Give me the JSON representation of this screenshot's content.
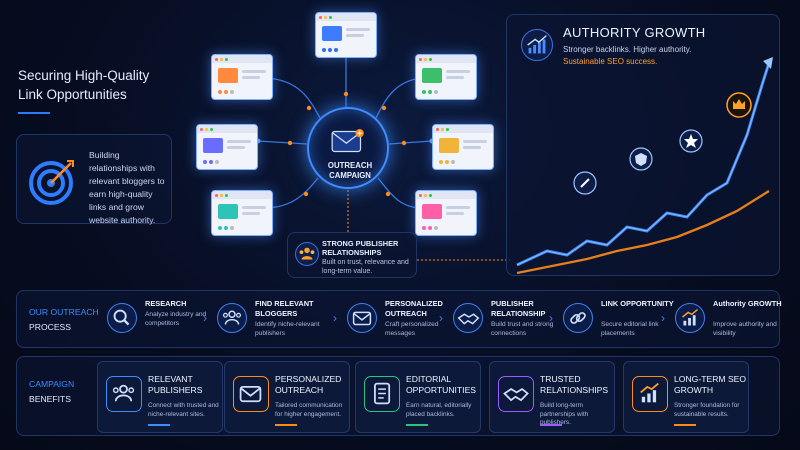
{
  "header": {
    "title_line1": "Securing High-Quality",
    "title_line2": "Link Opportunities"
  },
  "intro": {
    "text": "Building relationships with relevant bloggers to earn high-quality links and grow website authority."
  },
  "hub": {
    "line1": "OUTREACH",
    "line2": "CAMPAIGN"
  },
  "publisher": {
    "title": "STRONG PUBLISHER RELATIONSHIPS",
    "desc": "Built on trust, relevance and long-term value."
  },
  "growth": {
    "title": "AUTHORITY GROWTH",
    "subtitle": "Stronger backlinks. Higher authority.",
    "highlight": "Sustainable SEO success."
  },
  "process": {
    "label_part1": "OUR OUTREACH",
    "label_part2": "PROCESS",
    "steps": [
      {
        "title": "RESEARCH",
        "desc": "Analyze industry and competitors",
        "icon": "magnifier-icon"
      },
      {
        "title": "FIND RELEVANT BLOGGERS",
        "desc": "Identify niche-relevant publishers",
        "icon": "people-icon"
      },
      {
        "title": "PERSONALIZED OUTREACH",
        "desc": "Craft personalized messages",
        "icon": "envelope-icon"
      },
      {
        "title": "PUBLISHER RELATIONSHIP",
        "desc": "Build trust and strong connections",
        "icon": "handshake-icon"
      },
      {
        "title": "LINK OPPORTUNITY",
        "desc": "Secure editorial link placements",
        "icon": "link-icon"
      },
      {
        "title": "Authority GROWTH",
        "desc": "Improve authority and visibility",
        "icon": "growth-chart-icon"
      }
    ]
  },
  "benefits": {
    "label_part1": "CAMPAIGN",
    "label_part2": "BENEFITS",
    "items": [
      {
        "title": "RELEVANT PUBLISHERS",
        "desc": "Connect with trusted and niche-relevant sites.",
        "color": "#3d8bff",
        "icon": "people-icon"
      },
      {
        "title": "PERSONALIZED OUTREACH",
        "desc": "Tailored communication for higher engagement.",
        "color": "#ff8c1a",
        "icon": "envelope-icon"
      },
      {
        "title": "EDITORIAL OPPORTUNITIES",
        "desc": "Earn natural, editorially placed backlinks.",
        "color": "#2ec27e",
        "icon": "document-icon"
      },
      {
        "title": "TRUSTED RELATIONSHIPS",
        "desc": "Build long-term partnerships with publishers.",
        "color": "#9b5cff",
        "icon": "handshake-icon"
      },
      {
        "title": "LONG-TERM SEO GROWTH",
        "desc": "Stronger foundation for sustainable results.",
        "color": "#ff8c1a",
        "icon": "growth-chart-icon"
      }
    ]
  },
  "colors": {
    "accent_blue": "#3d8bff",
    "accent_orange": "#ff9f2e",
    "background": "#060b1c"
  }
}
